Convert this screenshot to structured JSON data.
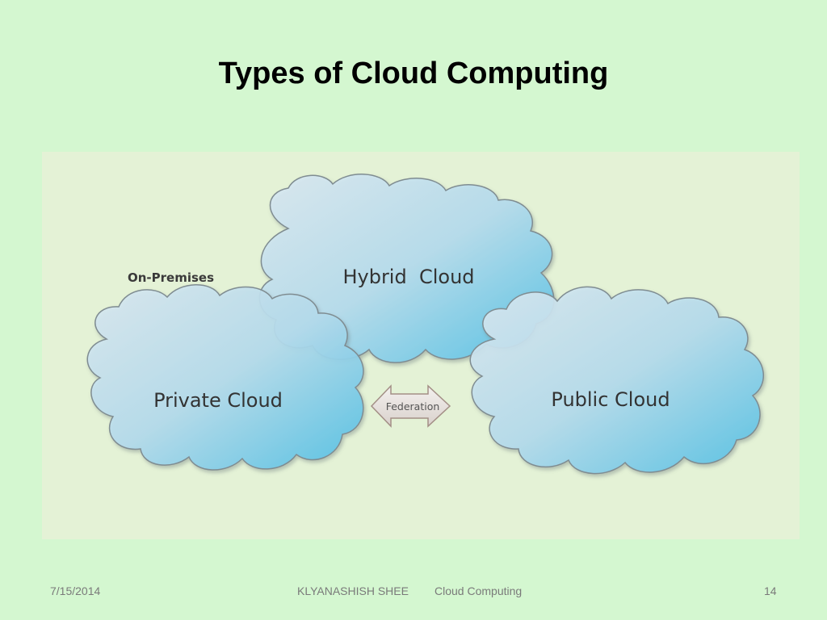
{
  "slide": {
    "title": "Types of Cloud Computing"
  },
  "diagram": {
    "on_premises_label": "On-Premises",
    "clouds": {
      "hybrid": "Hybrid  Cloud",
      "private": "Private Cloud",
      "public": "Public Cloud"
    },
    "federation_label": "Federation"
  },
  "footer": {
    "date": "7/15/2014",
    "author": "KLYANASHISH SHEE",
    "topic": "Cloud Computing",
    "page": "14"
  },
  "colors": {
    "slide_background": "#d4f7d0",
    "diagram_background": "#e4f2d6",
    "cloud_light": "#d6e8f1",
    "cloud_dark": "#5cc3e6",
    "cloud_outline": "#7a8a90"
  }
}
